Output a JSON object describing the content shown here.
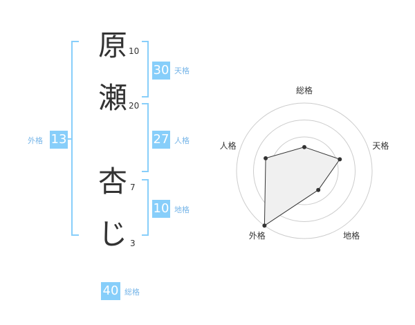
{
  "name": {
    "chars": [
      {
        "char": "原",
        "strokes": "10"
      },
      {
        "char": "瀬",
        "strokes": "20"
      },
      {
        "char": "杏",
        "strokes": "7"
      },
      {
        "char": "じ",
        "strokes": "3"
      }
    ]
  },
  "kakusu": {
    "tenkaku": {
      "value": "30",
      "label": "天格"
    },
    "jinkaku": {
      "value": "27",
      "label": "人格"
    },
    "chikaku": {
      "value": "10",
      "label": "地格"
    },
    "gaikaku": {
      "value": "13",
      "label": "外格"
    },
    "soukaku": {
      "value": "40",
      "label": "総格"
    }
  },
  "colors": {
    "accent": "#87cefa",
    "label": "#76b5e8",
    "text": "#333333",
    "radar_fill": "#f0f0f0",
    "radar_grid": "#cccccc"
  },
  "chart_data": {
    "type": "radar",
    "axes": [
      "総格",
      "天格",
      "地格",
      "外格",
      "人格"
    ],
    "values": [
      0.35,
      0.55,
      0.35,
      1.0,
      0.6
    ],
    "scale": [
      0,
      1
    ],
    "rings": 4,
    "grid": true
  }
}
